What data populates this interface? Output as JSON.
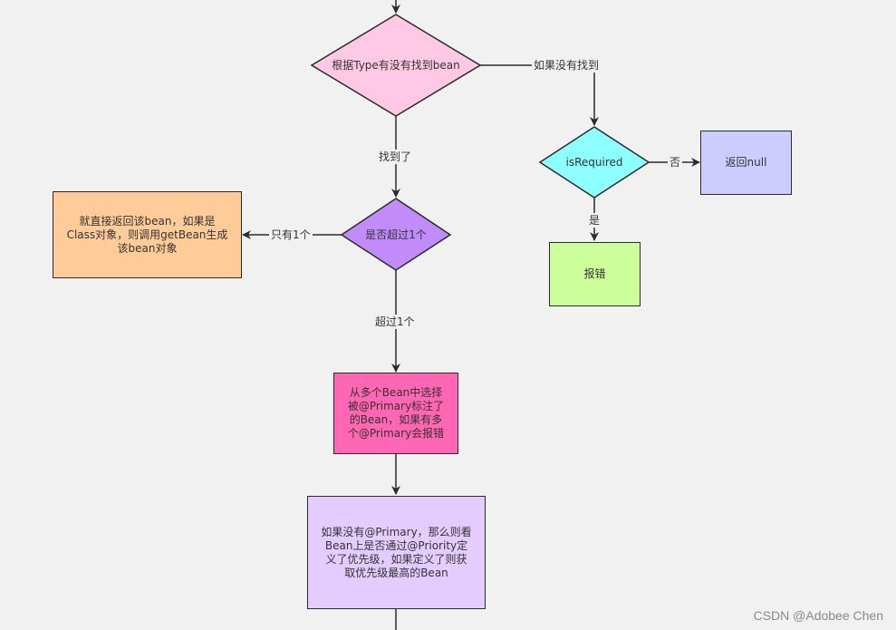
{
  "nodes": {
    "decision_type": "根据Type有没有找到bean",
    "decision_count": "是否超过1个",
    "decision_required": "isRequired",
    "return_direct": "就直接返回该bean，如果是Class对象，则调用getBean生成该bean对象",
    "return_null": "返回null",
    "error": "报错",
    "select_primary": "从多个Bean中选择被@Primary标注了的Bean，如果有多个@Primary会报错",
    "priority": "如果没有@Primary，那么则看Bean上是否通过@Priority定义了优先级，如果定义了则获取优先级最高的Bean"
  },
  "edges": {
    "not_found": "如果没有找到",
    "found": "找到了",
    "only_one": "只有1个",
    "more_than_one": "超过1个",
    "no": "否",
    "yes": "是"
  },
  "colors": {
    "decision_type": "#ffc8e4",
    "decision_count": "#c18cfa",
    "decision_required": "#8effff",
    "return_direct": "#ffcc99",
    "return_null": "#ccccff",
    "error": "#ccff99",
    "select_primary": "#ff66b3",
    "priority": "#e5ccff"
  },
  "watermark": "CSDN @Adobee Chen"
}
